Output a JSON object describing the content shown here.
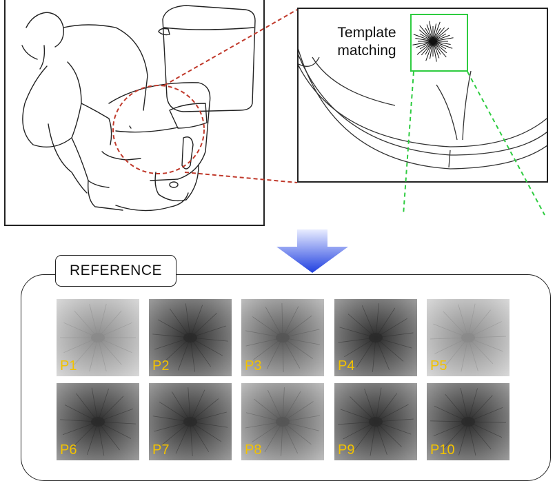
{
  "colors": {
    "dashed_red": "#c0392b",
    "dashed_green": "#2ecc40",
    "label_yellow": "#f2c200",
    "arrow_blue": "#1f3fe0"
  },
  "annotation": {
    "line1": "Template",
    "line2": "matching"
  },
  "reference": {
    "title": "REFERENCE",
    "tiles": [
      {
        "label": "P1",
        "tone": "light"
      },
      {
        "label": "P2",
        "tone": "dark"
      },
      {
        "label": "P3",
        "tone": "mid"
      },
      {
        "label": "P4",
        "tone": "dark"
      },
      {
        "label": "P5",
        "tone": "light"
      },
      {
        "label": "P6",
        "tone": "dark"
      },
      {
        "label": "P7",
        "tone": "dark"
      },
      {
        "label": "P8",
        "tone": "mid"
      },
      {
        "label": "P9",
        "tone": "dark"
      },
      {
        "label": "P10",
        "tone": "dark"
      }
    ]
  },
  "icons": {
    "down_arrow": "down-arrow-icon",
    "starburst": "starburst-icon"
  }
}
